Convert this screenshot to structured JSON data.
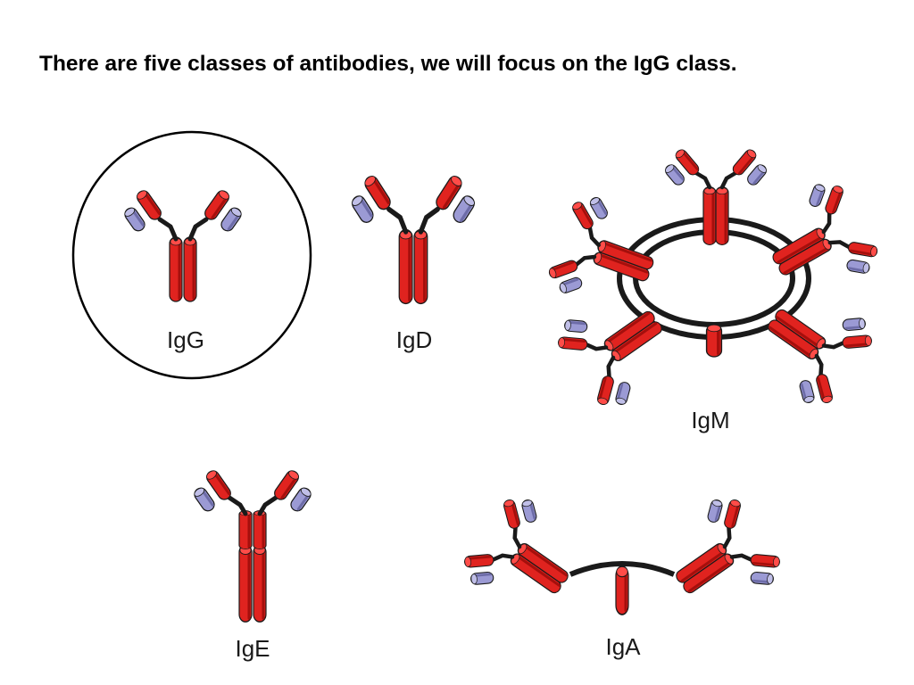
{
  "title": "There are five classes of antibodies, we will focus on the IgG class.",
  "colors": {
    "heavy_chain": "#e0231f",
    "heavy_chain_shade": "#a50f0c",
    "light_chain": "#9b9ad4",
    "light_chain_shade": "#6d6ca8",
    "linker": "#1a1a1a",
    "highlight_ring": "#000000"
  },
  "antibodies": [
    {
      "id": "igg",
      "label": "IgG",
      "form": "monomer",
      "highlighted": true
    },
    {
      "id": "igd",
      "label": "IgD",
      "form": "monomer",
      "highlighted": false
    },
    {
      "id": "igm",
      "label": "IgM",
      "form": "pentamer",
      "highlighted": false
    },
    {
      "id": "ige",
      "label": "IgE",
      "form": "monomer",
      "highlighted": false
    },
    {
      "id": "iga",
      "label": "IgA",
      "form": "dimer",
      "highlighted": false
    }
  ]
}
